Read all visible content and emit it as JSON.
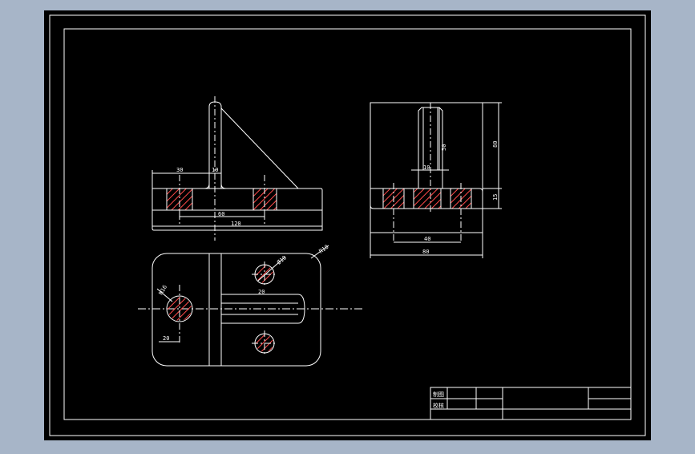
{
  "colors": {
    "app_bg": "#a7b5c8",
    "drawing_bg": "#000000",
    "line": "#ffffff",
    "hatch": "#ff4a4a"
  },
  "front_view": {
    "dim_30": "30",
    "dim_10": "10",
    "dim_60": "60",
    "dim_120": "120"
  },
  "side_view": {
    "dim_10": "10",
    "dim_50": "50",
    "dim_80": "80",
    "dim_15": "15",
    "dim_40": "40",
    "dim_80_bottom": "80"
  },
  "top_view": {
    "hole_dia": "Ø10",
    "radius": "R10",
    "large_hole": "M16",
    "slot_label": "20",
    "offset_20": "20"
  },
  "title_block": {
    "drawn_label": "制图",
    "checked_label": "校核"
  }
}
